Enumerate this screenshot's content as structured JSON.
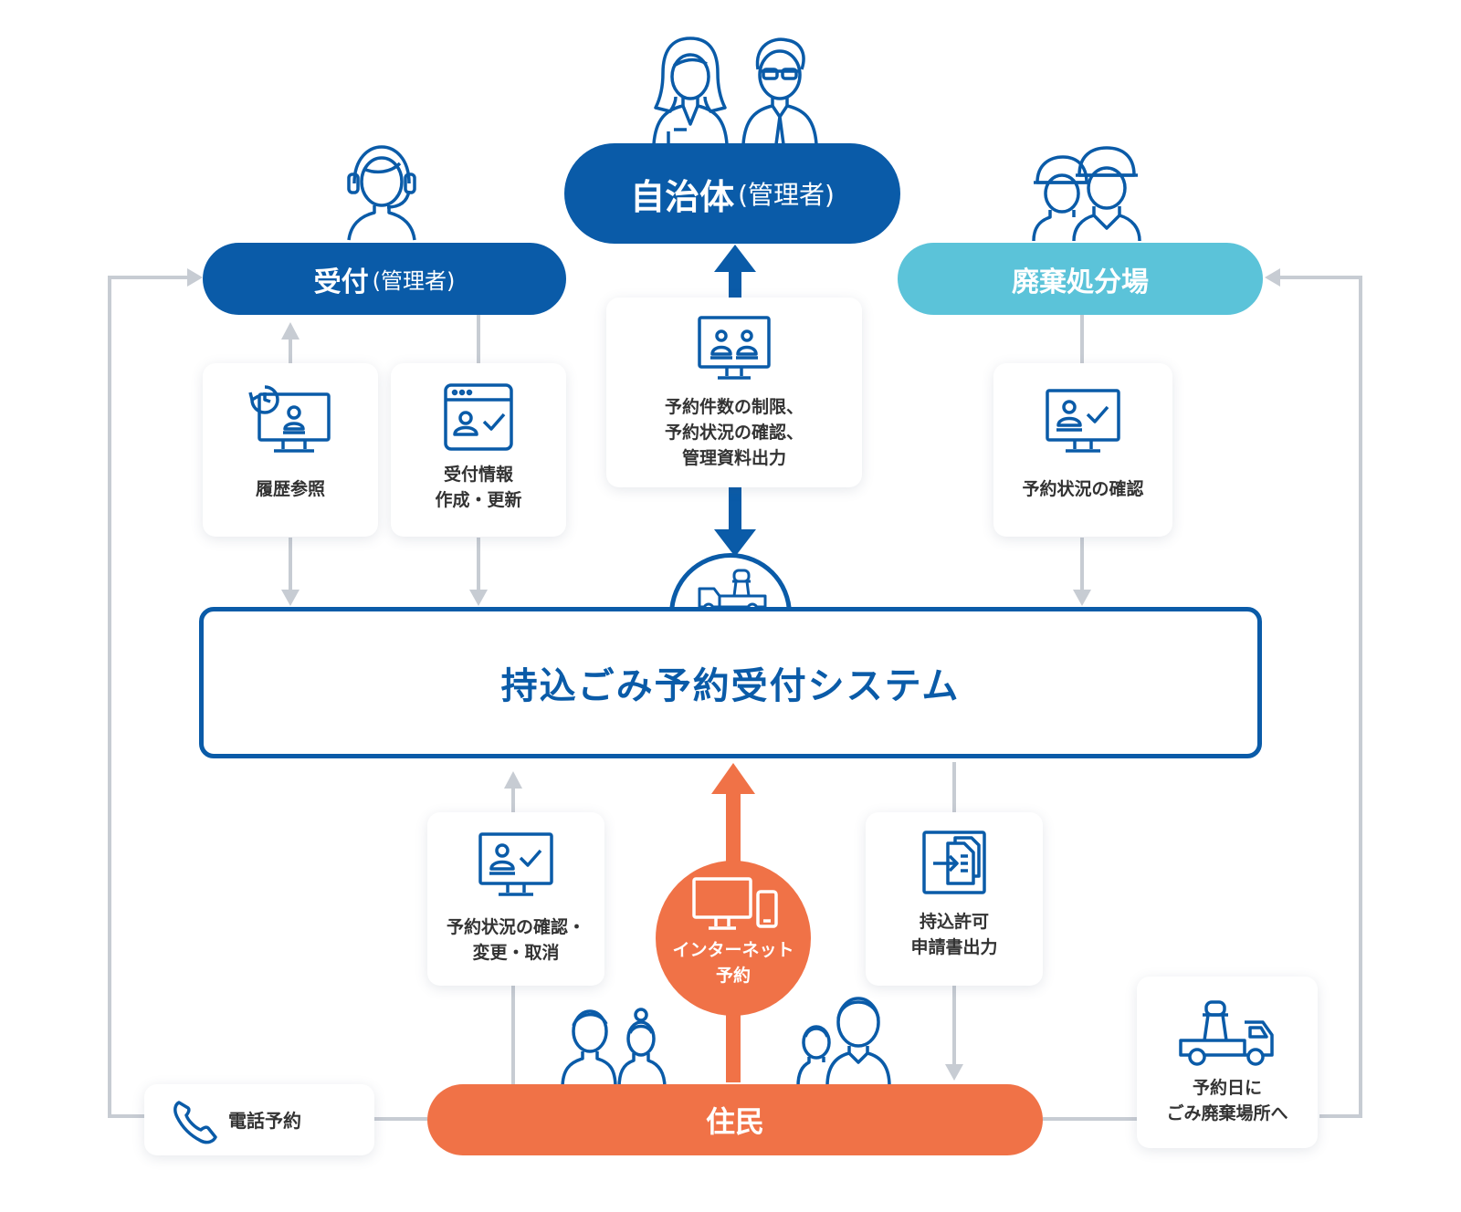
{
  "actors": {
    "municipality": {
      "main": "自治体",
      "sub": "(管理者)"
    },
    "reception": {
      "main": "受付",
      "sub": "(管理者)"
    },
    "disposal_site": {
      "main": "廃棄処分場"
    },
    "residents": {
      "main": "住民"
    }
  },
  "system": {
    "name": "持込ごみ予約受付システム"
  },
  "cards": {
    "history": {
      "line1": "履歴参照"
    },
    "reception_info": {
      "line1": "受付情報",
      "line2": "作成・更新"
    },
    "municipality_tasks": {
      "line1": "予約件数の制限、",
      "line2": "予約状況の確認、",
      "line3": "管理資料出力"
    },
    "disposal_status": {
      "line1": "予約状況の確認"
    },
    "resident_status": {
      "line1": "予約状況の確認・",
      "line2": "変更・取消"
    },
    "permit": {
      "line1": "持込許可",
      "line2": "申請書出力"
    },
    "phone": {
      "line1": "電話予約"
    },
    "go_to_site": {
      "line1": "予約日に",
      "line2": "ごみ廃棄場所へ"
    }
  },
  "internet": {
    "line1": "インターネット",
    "line2": "予約"
  },
  "icons": [
    "woman-admin-icon",
    "man-admin-icon",
    "headset-operator-icon",
    "worker-helmet-icon",
    "monitor-history-icon",
    "browser-user-check-icon",
    "monitor-meeting-icon",
    "monitor-user-check-icon",
    "truck-icon",
    "document-arrow-icon",
    "computer-phone-icon",
    "resident-family-icon",
    "phone-icon"
  ],
  "colors": {
    "navy": "#0a5ba8",
    "light_blue": "#5bc3d9",
    "orange": "#f07247",
    "gray_line": "#c7ccd3"
  }
}
